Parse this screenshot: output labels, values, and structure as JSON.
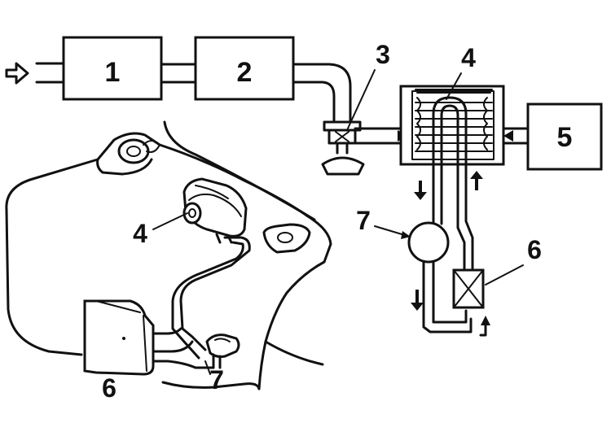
{
  "schematic": {
    "block1_label": "1",
    "block2_label": "2",
    "block5_label": "5",
    "callout3_label": "3",
    "callout4_label": "4",
    "callout6_label": "6",
    "callout7_label": "7"
  },
  "illustration": {
    "callout4_label": "4",
    "callout6_label": "6",
    "callout7_label": "7"
  },
  "icons": {
    "inlet": "hollow-arrow-right-icon",
    "flow": "flow-arrow-icon",
    "pump": "circle-pump-icon",
    "valve": "cross-box-valve-icon"
  },
  "colors": {
    "ink": "#111111",
    "paper": "#ffffff"
  }
}
